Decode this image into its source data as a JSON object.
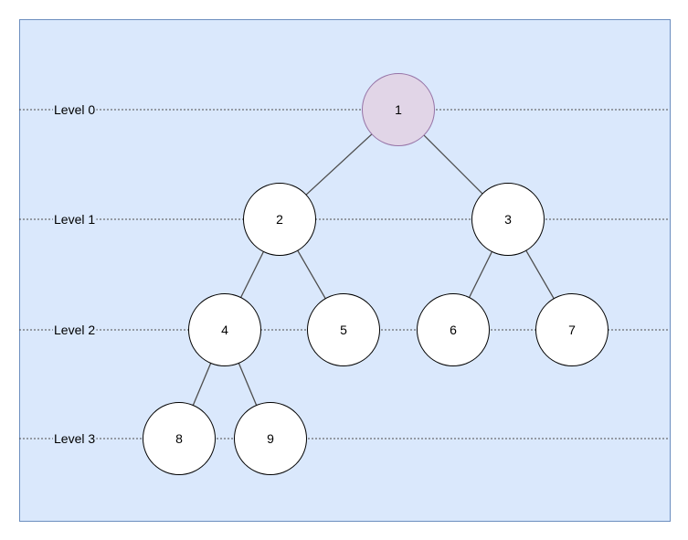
{
  "diagram": {
    "colors": {
      "background": "#dae8fc",
      "border": "#6c8ebf",
      "root_fill": "#e1d5e7",
      "root_stroke": "#9673a6",
      "node_fill": "#ffffff",
      "node_stroke": "#000000",
      "edge": "#4d4d4d",
      "level_line": "#4d4d4d"
    },
    "levels": [
      {
        "label": "Level 0"
      },
      {
        "label": "Level 1"
      },
      {
        "label": "Level 2"
      },
      {
        "label": "Level 3"
      }
    ],
    "nodes": [
      {
        "id": "1",
        "label": "1",
        "level": 0,
        "root": true
      },
      {
        "id": "2",
        "label": "2",
        "level": 1
      },
      {
        "id": "3",
        "label": "3",
        "level": 1
      },
      {
        "id": "4",
        "label": "4",
        "level": 2
      },
      {
        "id": "5",
        "label": "5",
        "level": 2
      },
      {
        "id": "6",
        "label": "6",
        "level": 2
      },
      {
        "id": "7",
        "label": "7",
        "level": 2
      },
      {
        "id": "8",
        "label": "8",
        "level": 3
      },
      {
        "id": "9",
        "label": "9",
        "level": 3
      }
    ],
    "edges": [
      {
        "from": "1",
        "to": "2"
      },
      {
        "from": "1",
        "to": "3"
      },
      {
        "from": "2",
        "to": "4"
      },
      {
        "from": "2",
        "to": "5"
      },
      {
        "from": "3",
        "to": "6"
      },
      {
        "from": "3",
        "to": "7"
      },
      {
        "from": "4",
        "to": "8"
      },
      {
        "from": "4",
        "to": "9"
      }
    ]
  }
}
